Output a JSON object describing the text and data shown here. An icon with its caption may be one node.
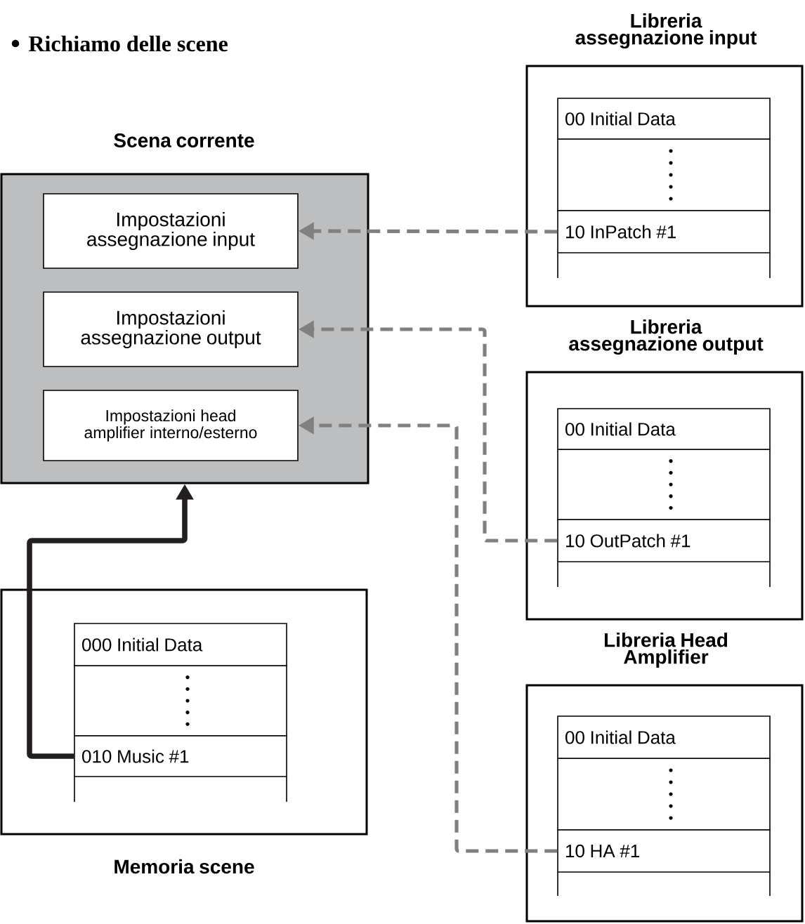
{
  "diagram": {
    "title": "Richiamo delle scene",
    "nodes": [
      {
        "text": [
          "Scena corrente"
        ]
      },
      {
        "text": [
          "Impostazioni assegnazione input"
        ],
        "in": 0
      },
      {
        "text": [
          "Impostazioni assegnazione output"
        ],
        "in": 0
      },
      {
        "text": [
          "Impostazioni head amplifier interno/esterno"
        ],
        "in": 0
      },
      {
        "text": [
          "Libreria assegnazione input"
        ]
      },
      {
        "text": [
          "00 Initial Data"
        ],
        "in": 4
      },
      {
        "text": [
          "10 InPatch #1"
        ],
        "in": 4
      },
      {
        "text": [
          "Libreria assegnazione output"
        ]
      },
      {
        "text": [
          "00 Initial Data"
        ],
        "in": 7
      },
      {
        "text": [
          "10 OutPatch #1"
        ],
        "in": 7
      },
      {
        "text": [
          "Memoria scene"
        ]
      },
      {
        "text": [
          "000 Initial Data"
        ],
        "in": 10
      },
      {
        "text": [
          "010 Music #1"
        ],
        "in": 10
      },
      {
        "text": [
          "Libreria Head Amplifier"
        ]
      },
      {
        "text": [
          "00 Initial Data"
        ],
        "in": 13
      },
      {
        "text": [
          "10 HA #1"
        ],
        "in": 13
      }
    ],
    "edges": [
      {
        "from": 6,
        "to": 1,
        "arrow": "to",
        "style": "dashed",
        "color": "#808080"
      },
      {
        "from": 9,
        "to": 2,
        "arrow": "to",
        "style": "dashed",
        "color": "#808080"
      },
      {
        "from": 15,
        "to": 3,
        "arrow": "to",
        "style": "dashed",
        "color": "#808080"
      },
      {
        "from": 12,
        "to": 0,
        "arrow": "to",
        "color": "#231f20"
      }
    ]
  }
}
